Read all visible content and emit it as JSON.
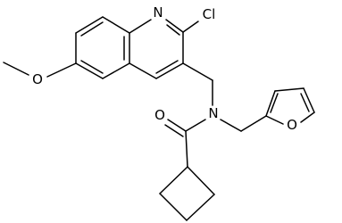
{
  "atoms": {
    "quinoline_n": "N",
    "chloro": "Cl",
    "methoxy_o": "O",
    "amide_n": "N",
    "carbonyl_o": "O",
    "furan_o": "O"
  }
}
